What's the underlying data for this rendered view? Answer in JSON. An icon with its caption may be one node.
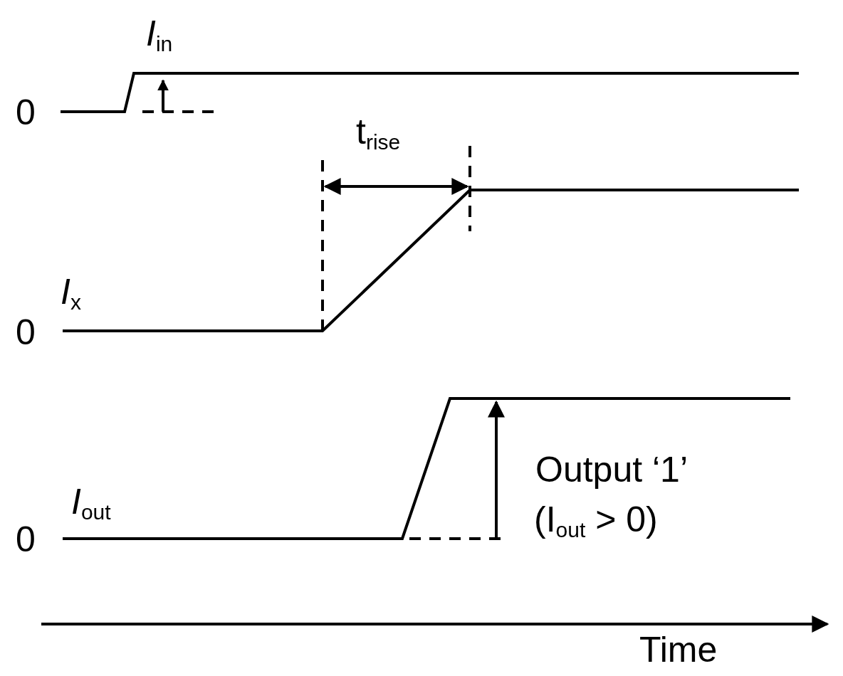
{
  "diagram": {
    "labels": [
      "*I*$_{in}$",
      "0",
      "t$_{rise}$",
      "*I*$_{x}$",
      "0",
      "*I*$_{out}$",
      "Output ‘1’",
      "(I$_{out}$ > 0)",
      "0",
      "Time"
    ]
  }
}
